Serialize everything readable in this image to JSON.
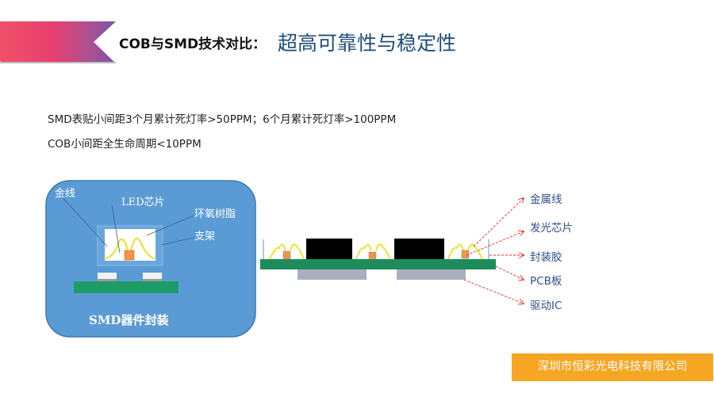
{
  "header": {
    "title_prefix": "COB与SMD技术对比：",
    "title_main": "超高可靠性与稳定性"
  },
  "body": {
    "lines": [
      "SMD表贴小间距3个月累计死灯率>50PPM；6个月累计死灯率>100PPM",
      "COB小间距全生命周期<10PPM"
    ]
  },
  "smd_diagram": {
    "labels": {
      "gold_wire": "金线",
      "led_chip": "LED芯片",
      "epoxy": "环氧树脂",
      "bracket": "支架"
    },
    "caption": "SMD器件封装"
  },
  "cob_diagram": {
    "labels": [
      "金属线",
      "发光芯片",
      "封装胶",
      "PCB板",
      "驱动IC"
    ]
  },
  "footer": {
    "company": "深圳市恒彩光电科技有限公司"
  },
  "colors": {
    "title_blue": "#1f4e79",
    "smd_bg": "#5b9bd5",
    "pcb_green": "#1e8c5a",
    "footer_orange": "#f6a623",
    "arrow_red": "#ff2020"
  }
}
